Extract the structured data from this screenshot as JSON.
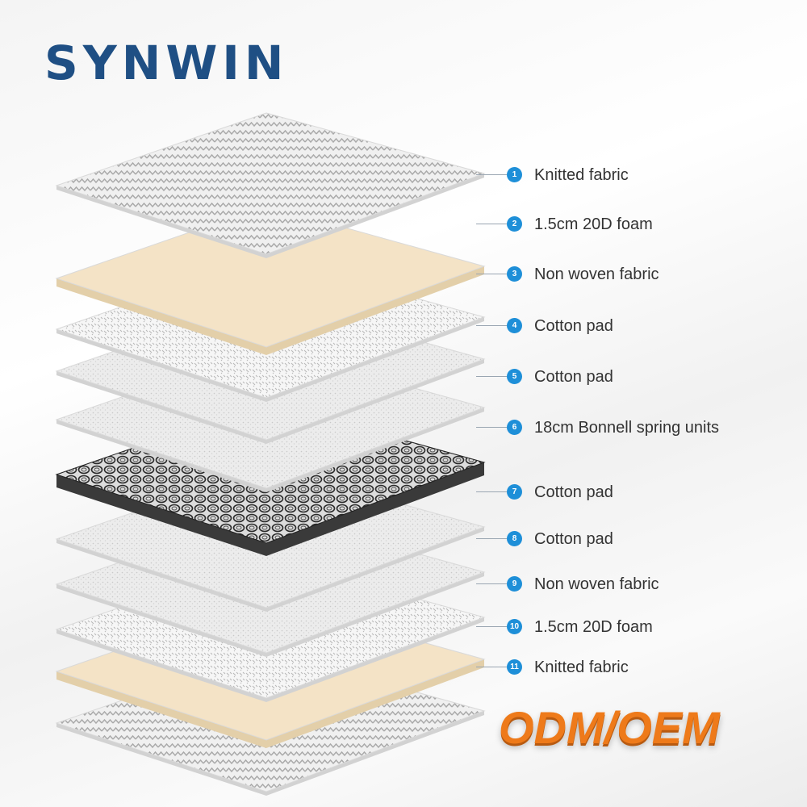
{
  "brand": {
    "name": "SYNWIN",
    "color": "#1f4f84",
    "accent": "#2aa6e0"
  },
  "badge": {
    "text": "ODM/OEM",
    "color": "#ee7a1a"
  },
  "layers": [
    {
      "number": "1",
      "label": "Knitted fabric",
      "material": "knit"
    },
    {
      "number": "2",
      "label": "1.5cm 20D foam",
      "material": "foam"
    },
    {
      "number": "3",
      "label": "Non woven fabric",
      "material": "nonwoven"
    },
    {
      "number": "4",
      "label": "Cotton pad",
      "material": "cotton"
    },
    {
      "number": "5",
      "label": "Cotton pad",
      "material": "cotton"
    },
    {
      "number": "6",
      "label": "18cm Bonnell spring units",
      "material": "spring"
    },
    {
      "number": "7",
      "label": "Cotton pad",
      "material": "cotton"
    },
    {
      "number": "8",
      "label": "Cotton pad",
      "material": "cotton"
    },
    {
      "number": "9",
      "label": "Non woven fabric",
      "material": "nonwoven"
    },
    {
      "number": "10",
      "label": "1.5cm 20D foam",
      "material": "foam"
    },
    {
      "number": "11",
      "label": "Knitted fabric",
      "material": "knit"
    }
  ],
  "colors": {
    "foam": "#f4e3c6",
    "cotton": "#e8e8e8",
    "nonwoven": "#f2f2f2",
    "knit": "#eeeeee",
    "spring": "#555555",
    "marker": "#1e8fd8"
  }
}
